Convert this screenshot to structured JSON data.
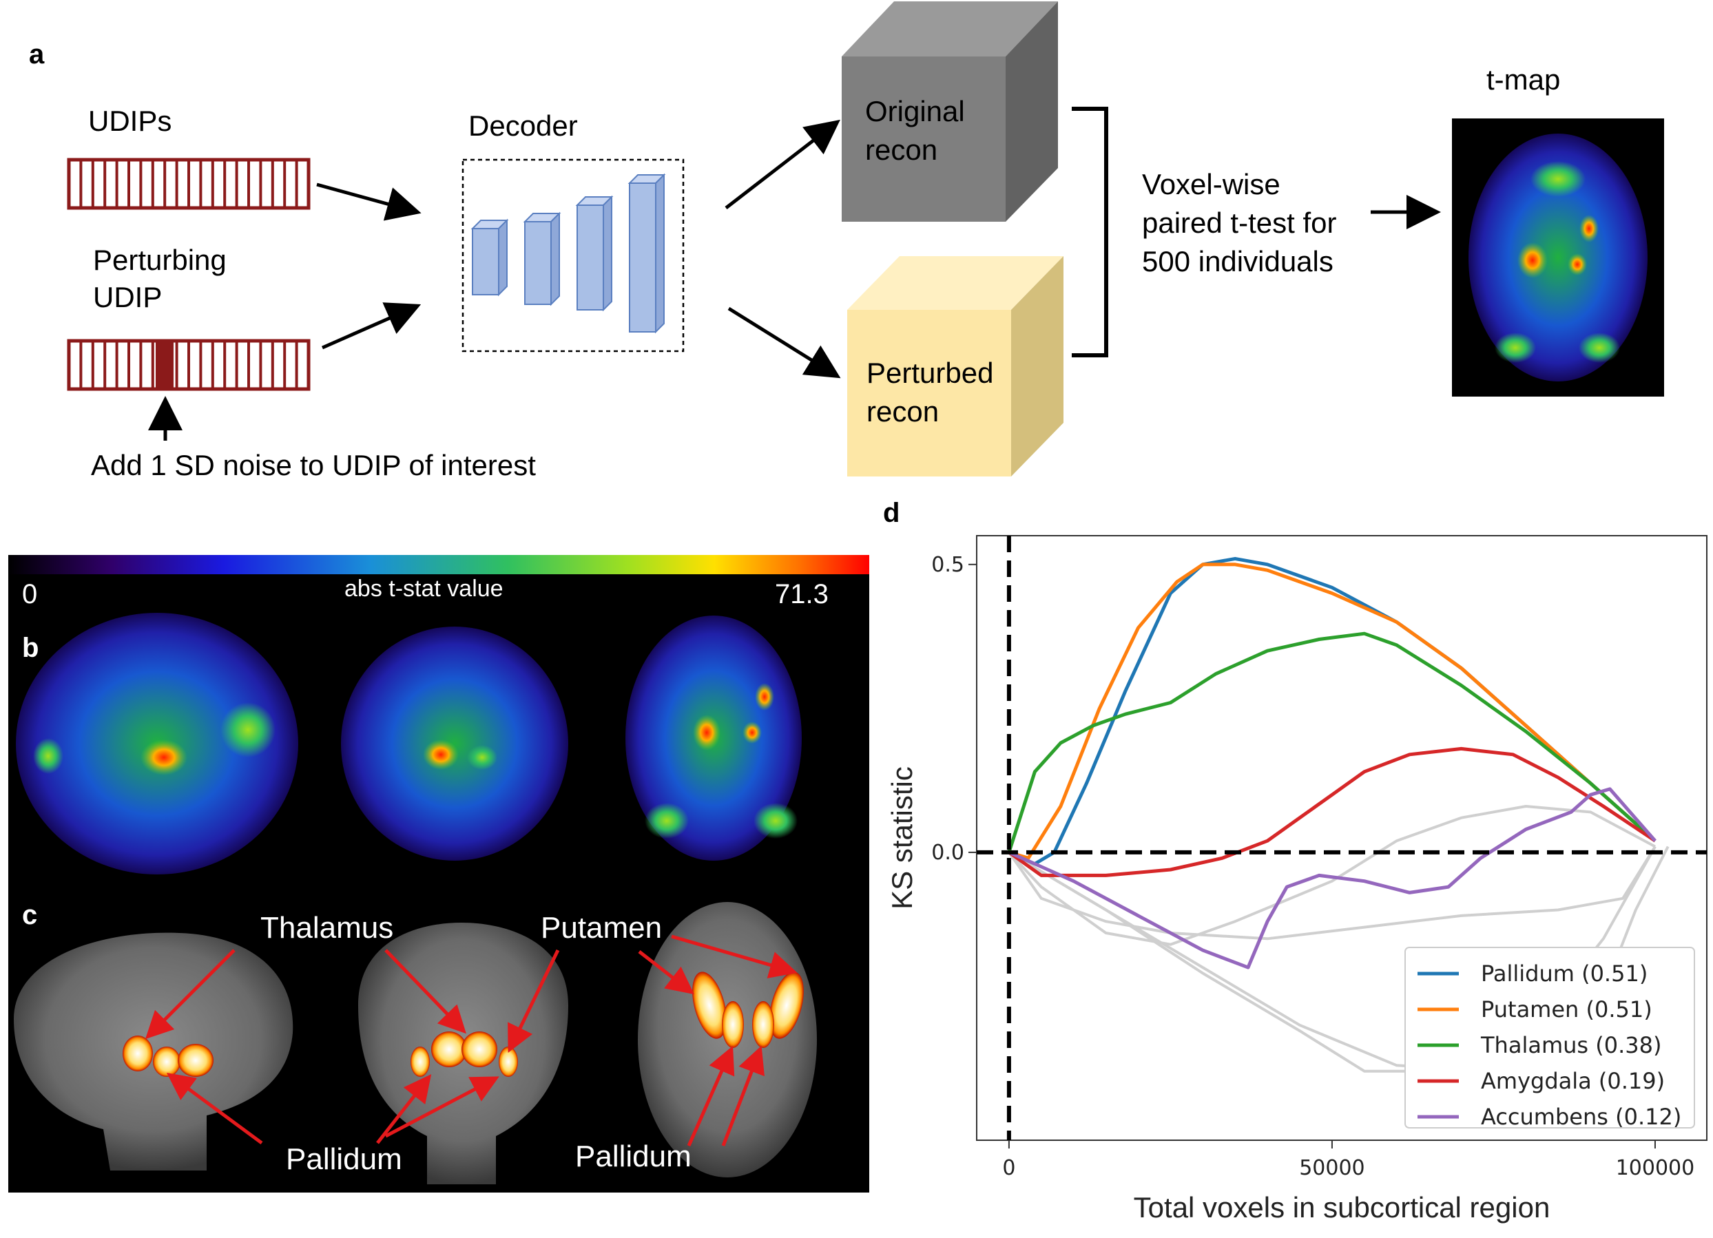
{
  "panels": {
    "a": "a",
    "b": "b",
    "c": "c",
    "d": "d"
  },
  "panel_a": {
    "udips_label": "UDIPs",
    "perturb_label_1": "Perturbing",
    "perturb_label_2": "UDIP",
    "noise_label": "Add 1 SD noise to UDIP of interest",
    "decoder_label": "Decoder",
    "original_1": "Original",
    "original_2": "recon",
    "perturbed_1": "Perturbed",
    "perturbed_2": "recon",
    "ttest_1": "Voxel-wise",
    "ttest_2": "paired t-test for",
    "ttest_3": "500 individuals",
    "tmap_label": "t-map",
    "colors": {
      "udip": "#8b1a1a",
      "decoder": "#a9bfe6",
      "original": "#7f7f7f",
      "perturbed": "#fde7a6"
    }
  },
  "panel_b": {
    "cbar_min": "0",
    "cbar_max": "71.3",
    "cbar_label": "abs  t-stat value"
  },
  "panel_c": {
    "thalamus": "Thalamus",
    "putamen": "Putamen",
    "pallidum_1": "Pallidum",
    "pallidum_2": "Pallidum"
  },
  "chart_data": {
    "type": "line",
    "title": "",
    "xlabel": "Total voxels in subcortical region",
    "ylabel": "KS statistic",
    "xlim": [
      -5000,
      108000
    ],
    "ylim": [
      -0.5,
      0.55
    ],
    "xticks": [
      0,
      50000,
      100000
    ],
    "xtick_labels": [
      "0",
      "50000",
      "100000"
    ],
    "yticks": [
      0.0,
      0.5
    ],
    "ytick_labels": [
      "0.0",
      "0.5"
    ],
    "reference_lines": {
      "x": 0,
      "y": 0,
      "style": "dashed"
    },
    "legend_position": "lower-right",
    "series": [
      {
        "name": "Pallidum (0.51)",
        "color": "#1f77b4",
        "x": [
          0,
          4000,
          7000,
          12000,
          18000,
          25000,
          30000,
          35000,
          40000,
          50000,
          60000,
          70000,
          80000,
          90000,
          100000
        ],
        "y": [
          0,
          -0.02,
          0,
          0.12,
          0.28,
          0.45,
          0.5,
          0.51,
          0.5,
          0.46,
          0.4,
          0.32,
          0.22,
          0.12,
          0.02
        ]
      },
      {
        "name": "Putamen (0.51)",
        "color": "#ff7f0e",
        "x": [
          0,
          3000,
          8000,
          14000,
          20000,
          26000,
          30000,
          35000,
          40000,
          50000,
          60000,
          70000,
          80000,
          90000,
          100000
        ],
        "y": [
          0,
          -0.01,
          0.08,
          0.25,
          0.39,
          0.47,
          0.5,
          0.5,
          0.49,
          0.45,
          0.4,
          0.32,
          0.22,
          0.12,
          0.02
        ]
      },
      {
        "name": "Thalamus (0.38)",
        "color": "#2ca02c",
        "x": [
          0,
          4000,
          8000,
          13000,
          18000,
          25000,
          32000,
          40000,
          48000,
          55000,
          60000,
          70000,
          80000,
          90000,
          100000
        ],
        "y": [
          0,
          0.14,
          0.19,
          0.22,
          0.24,
          0.26,
          0.31,
          0.35,
          0.37,
          0.38,
          0.36,
          0.29,
          0.21,
          0.12,
          0.02
        ]
      },
      {
        "name": "Amygdala (0.19)",
        "color": "#d62728",
        "x": [
          0,
          5000,
          15000,
          25000,
          33000,
          40000,
          45000,
          50000,
          55000,
          62000,
          70000,
          78000,
          85000,
          92000,
          100000
        ],
        "y": [
          0,
          -0.04,
          -0.04,
          -0.03,
          -0.01,
          0.02,
          0.06,
          0.1,
          0.14,
          0.17,
          0.18,
          0.17,
          0.13,
          0.08,
          0.02
        ]
      },
      {
        "name": "Accumbens (0.12)",
        "color": "#9467bd",
        "x": [
          0,
          10000,
          20000,
          30000,
          37000,
          40000,
          43000,
          48000,
          55000,
          62000,
          68000,
          73000,
          80000,
          87000,
          90000,
          93000,
          100000
        ],
        "y": [
          0,
          -0.05,
          -0.11,
          -0.17,
          -0.2,
          -0.12,
          -0.06,
          -0.04,
          -0.05,
          -0.07,
          -0.06,
          -0.01,
          0.04,
          0.07,
          0.1,
          0.11,
          0.02
        ]
      },
      {
        "name": "",
        "color": "#cfcfcf",
        "x": [
          0,
          15000,
          30000,
          45000,
          60000,
          75000,
          90000,
          97000,
          102000
        ],
        "y": [
          0,
          -0.1,
          -0.2,
          -0.3,
          -0.37,
          -0.38,
          -0.3,
          -0.1,
          0.01
        ]
      },
      {
        "name": "",
        "color": "#cfcfcf",
        "x": [
          0,
          15000,
          30000,
          45000,
          55000,
          65000,
          80000,
          92000,
          100000
        ],
        "y": [
          0,
          -0.1,
          -0.21,
          -0.31,
          -0.38,
          -0.38,
          -0.32,
          -0.15,
          0.01
        ]
      },
      {
        "name": "",
        "color": "#cfcfcf",
        "x": [
          0,
          5000,
          15000,
          25000,
          40000,
          55000,
          70000,
          85000,
          95000,
          100000
        ],
        "y": [
          0,
          -0.08,
          -0.12,
          -0.14,
          -0.15,
          -0.13,
          -0.11,
          -0.1,
          -0.08,
          0.01
        ]
      },
      {
        "name": "",
        "color": "#cfcfcf",
        "x": [
          0,
          5000,
          15000,
          25000,
          35000,
          50000,
          60000,
          70000,
          80000,
          90000,
          100000
        ],
        "y": [
          0,
          -0.06,
          -0.14,
          -0.16,
          -0.12,
          -0.05,
          0.02,
          0.06,
          0.08,
          0.07,
          0.01
        ]
      }
    ]
  }
}
